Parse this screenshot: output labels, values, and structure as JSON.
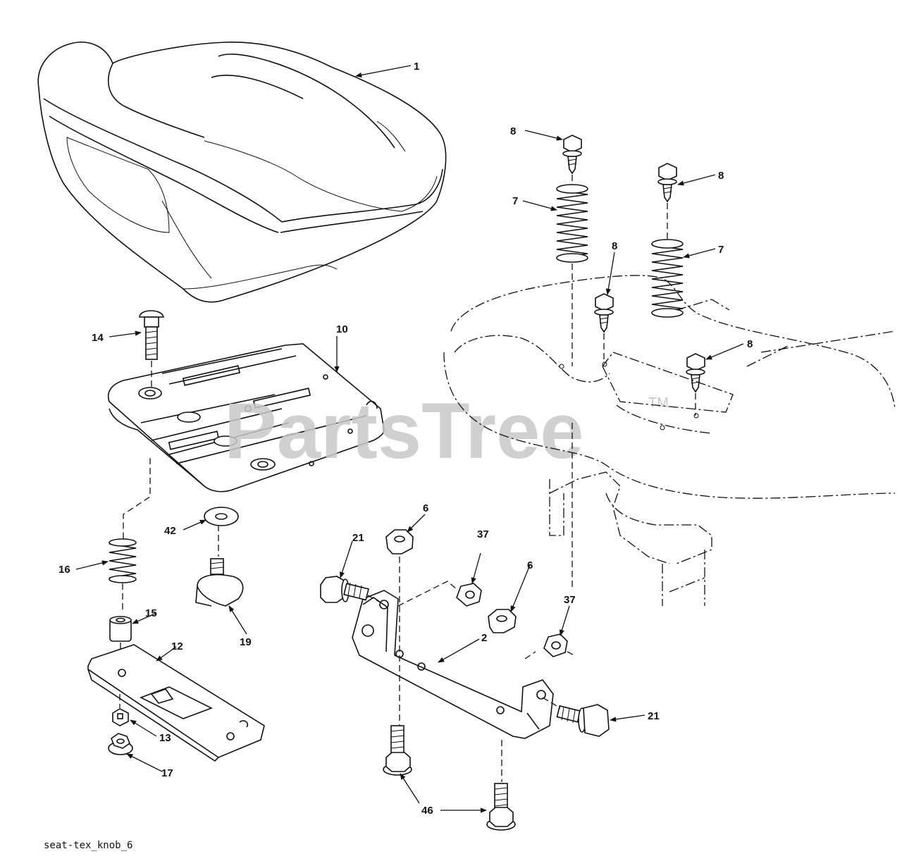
{
  "diagram": {
    "watermark": "PartsTree",
    "watermark_tm": "TM",
    "footer_code": "seat-tex_knob_6",
    "callouts": [
      {
        "id": "c1",
        "label": "1"
      },
      {
        "id": "c8a",
        "label": "8"
      },
      {
        "id": "c8b",
        "label": "8"
      },
      {
        "id": "c8c",
        "label": "8"
      },
      {
        "id": "c8d",
        "label": "8"
      },
      {
        "id": "c7a",
        "label": "7"
      },
      {
        "id": "c7b",
        "label": "7"
      },
      {
        "id": "c14",
        "label": "14"
      },
      {
        "id": "c10",
        "label": "10"
      },
      {
        "id": "c42",
        "label": "42"
      },
      {
        "id": "c16",
        "label": "16"
      },
      {
        "id": "c15",
        "label": "15"
      },
      {
        "id": "c19",
        "label": "19"
      },
      {
        "id": "c12",
        "label": "12"
      },
      {
        "id": "c13",
        "label": "13"
      },
      {
        "id": "c17",
        "label": "17"
      },
      {
        "id": "c21a",
        "label": "21"
      },
      {
        "id": "c21b",
        "label": "21"
      },
      {
        "id": "c6a",
        "label": "6"
      },
      {
        "id": "c6b",
        "label": "6"
      },
      {
        "id": "c37a",
        "label": "37"
      },
      {
        "id": "c37b",
        "label": "37"
      },
      {
        "id": "c2",
        "label": "2"
      },
      {
        "id": "c46",
        "label": "46"
      }
    ]
  }
}
